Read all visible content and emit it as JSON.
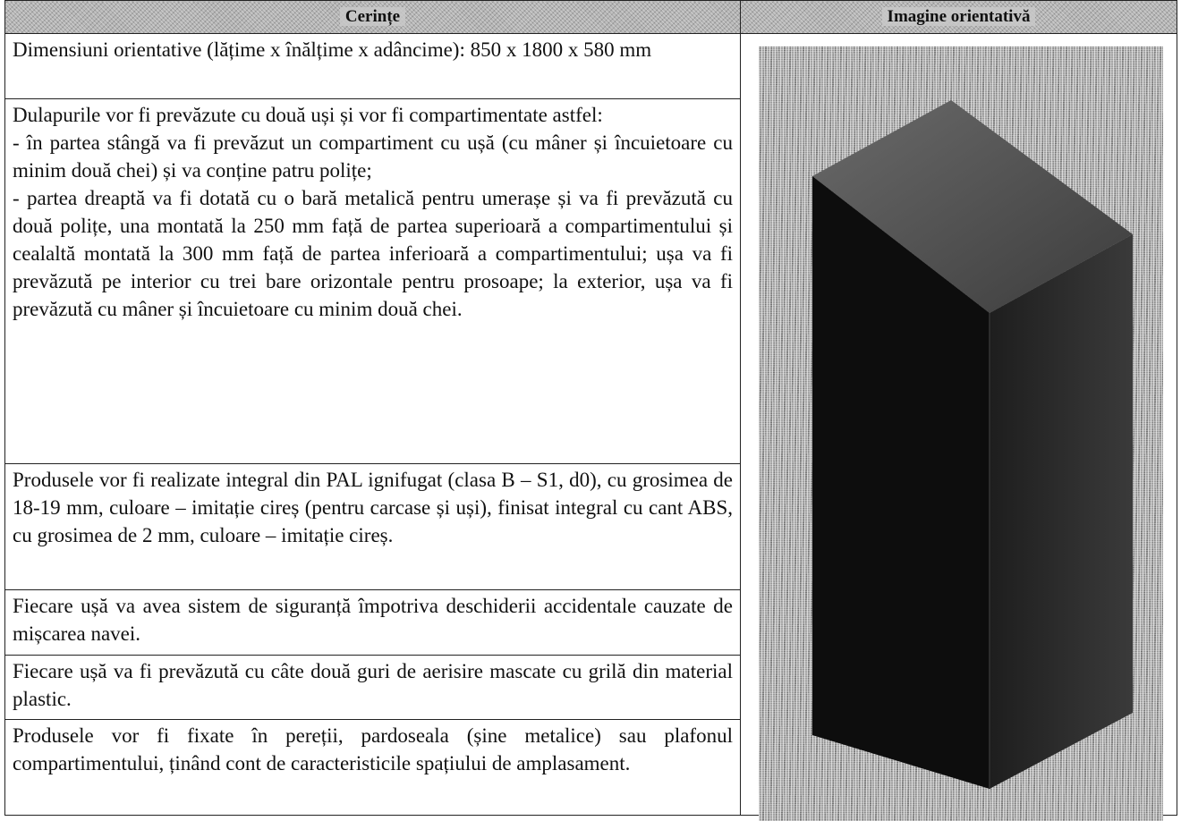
{
  "table": {
    "header": {
      "requirements": "Cerințe",
      "image": "Imagine orientativă"
    },
    "rows": [
      {
        "paragraphs": [
          "Dimensiuni orientative (lățime x înălțime x adâncime): 850 x 1800 x 580 mm"
        ]
      },
      {
        "paragraphs": [
          "Dulapurile vor fi prevăzute cu două uși și vor fi compartimentate astfel:",
          "- în partea stângă va fi  prevăzut un compartiment cu ușă (cu mâner și încuietoare cu minim două chei) și va conține patru polițe;",
          "- partea dreaptă va fi dotată cu o bară metalică pentru umerașe și va fi prevăzută cu două polițe, una montată la 250 mm față de partea superioară a compartimentului și cealaltă montată la 300 mm față de partea inferioară a compartimentului; ușa va fi prevăzută pe interior cu trei bare orizontale pentru prosoape; la exterior, ușa va fi prevăzută cu mâner și încuietoare cu minim două chei."
        ]
      },
      {
        "paragraphs": [
          "Produsele vor fi realizate integral din  PAL ignifugat (clasa B – S1, d0), cu grosimea de 18-19 mm, culoare – imitație cireș (pentru carcase și uși), finisat integral cu cant ABS, cu grosimea de 2 mm, culoare – imitație cireș."
        ]
      },
      {
        "paragraphs": [
          "Fiecare ușă va avea sistem de siguranță împotriva deschiderii accidentale cauzate de mișcarea navei."
        ]
      },
      {
        "paragraphs": [
          "Fiecare ușă va fi prevăzută cu câte două guri de aerisire mascate cu grilă din material plastic."
        ]
      },
      {
        "paragraphs": [
          "Produsele vor fi fixate în pereții,  pardoseala (șine metalice) sau plafonul compartimentului, ținând cont de caracteristicile spațiului de amplasament."
        ]
      }
    ]
  },
  "image": {
    "subject": "cabinet-illustration",
    "colors": {
      "front": "#0d0d0d",
      "side": "#262626",
      "top": "#555555",
      "background": "#9a9a9a"
    }
  }
}
